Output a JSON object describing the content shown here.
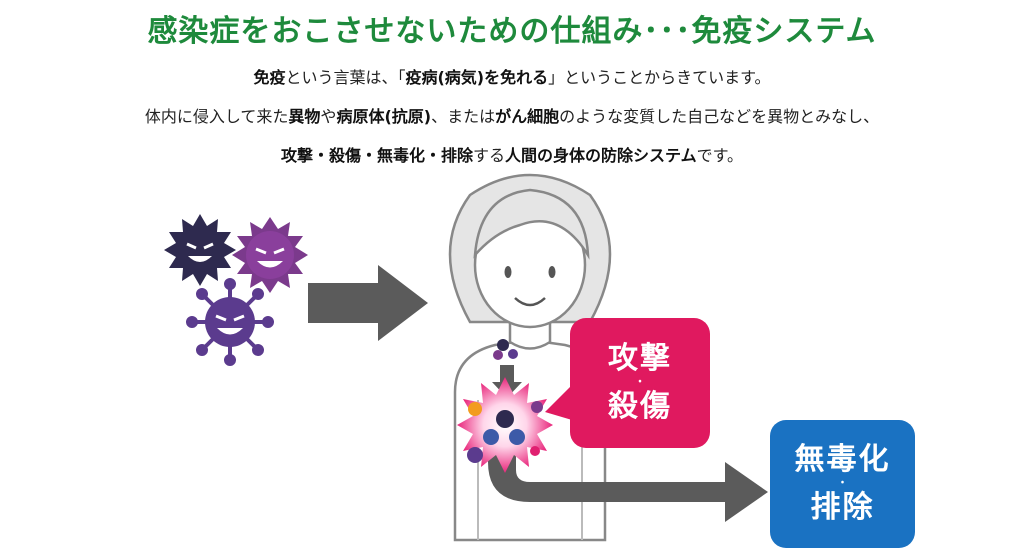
{
  "header": {
    "title": "感染症をおこさせないための仕組み･･･免疫システム"
  },
  "intro": {
    "line1": [
      {
        "text": "免疫",
        "bold": true
      },
      {
        "text": "という言葉は、「",
        "bold": false
      },
      {
        "text": "疫病(病気)を免れる",
        "bold": true
      },
      {
        "text": "」ということからきています。",
        "bold": false
      }
    ],
    "line2": [
      {
        "text": "体内に侵入して来た",
        "bold": false
      },
      {
        "text": "異物",
        "bold": true
      },
      {
        "text": "や",
        "bold": false
      },
      {
        "text": "病原体(抗原)",
        "bold": true
      },
      {
        "text": "、または",
        "bold": false
      },
      {
        "text": "がん細胞",
        "bold": true
      },
      {
        "text": "のような変質した自己などを異物とみなし、",
        "bold": false
      }
    ],
    "line3": [
      {
        "text": "攻撃・殺傷・無毒化・排除",
        "bold": true
      },
      {
        "text": "する",
        "bold": false
      },
      {
        "text": "人間の身体の防除システム",
        "bold": true
      },
      {
        "text": "です。",
        "bold": false
      }
    ]
  },
  "diagram": {
    "attack_box": {
      "line1": "攻撃",
      "sep": "・",
      "line2": "殺傷",
      "color": "#e0195f"
    },
    "neutralize_box": {
      "line1": "無毒化",
      "sep": "・",
      "line2": "排除",
      "color": "#1a72c2"
    },
    "colors": {
      "arrow": "#5b5b5b",
      "virus_dark": "#2e2a4f",
      "virus_purple": "#7b3a8c",
      "virus_violet": "#5b3b8e",
      "title": "#1e8a3c"
    },
    "icons": [
      "virus-icon",
      "person-icon",
      "immune-battle-icon",
      "arrow-right-icon",
      "arrow-down-icon"
    ]
  }
}
